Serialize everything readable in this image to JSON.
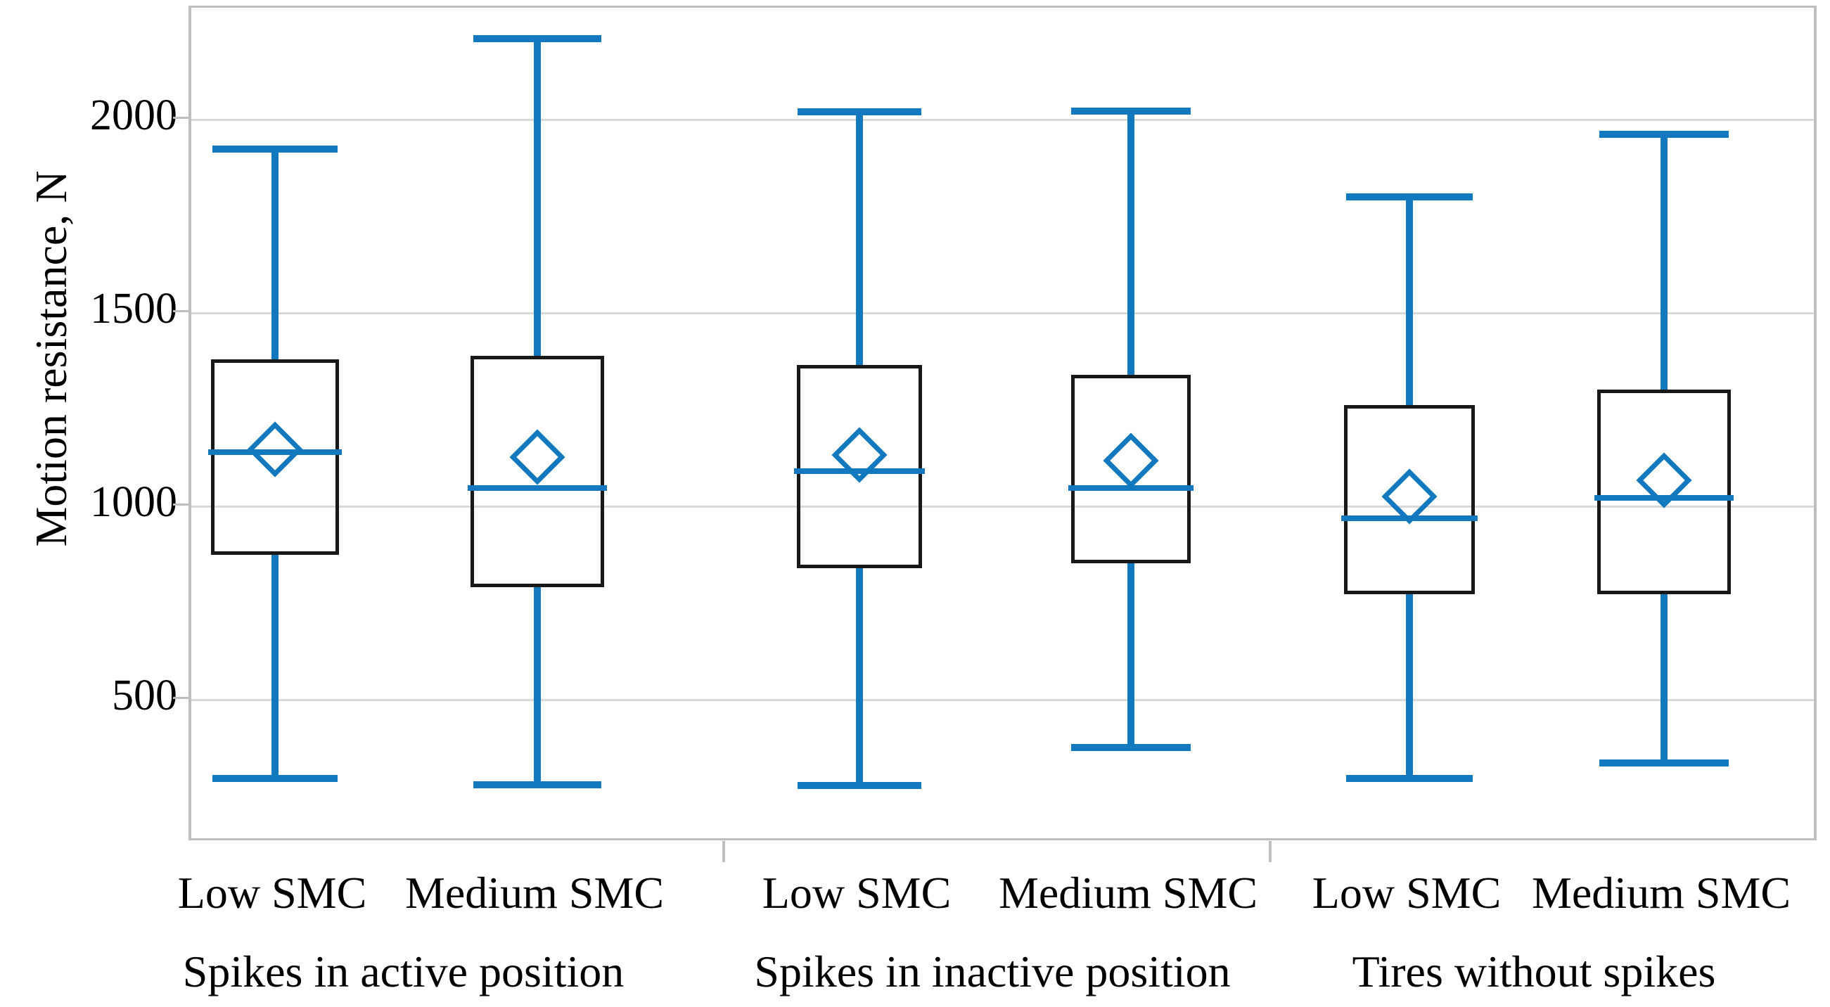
{
  "chart_data": {
    "type": "box",
    "title": "",
    "xlabel": "",
    "ylabel": "Motion resistance, N",
    "ylim": [
      130,
      2290
    ],
    "yticks": [
      500,
      1000,
      1500,
      2000
    ],
    "ytick_labels": [
      "500",
      "1000",
      "1500",
      "2000"
    ],
    "grid": true,
    "legend": "none",
    "accent_color": "#1379be",
    "box_color": "#181818",
    "gridline_color": "#d9d9d9",
    "axis_color": "#bfbfbf",
    "categories": [
      "Low SMC",
      "Medium SMC",
      "Low SMC",
      "Medium SMC",
      "Low SMC",
      "Medium SMC"
    ],
    "groups": [
      {
        "label": "Spikes in active position",
        "members": [
          0,
          1
        ]
      },
      {
        "label": "Spikes in inactive position",
        "members": [
          2,
          3
        ]
      },
      {
        "label": "Tires without spikes",
        "members": [
          4,
          5
        ]
      }
    ],
    "boxes": [
      {
        "category": "Low SMC",
        "group": "Spikes in active position",
        "whisker_low": 295,
        "q1": 875,
        "median": 1140,
        "mean": 1148,
        "q3": 1380,
        "whisker_high": 1925
      },
      {
        "category": "Medium SMC",
        "group": "Spikes in active position",
        "whisker_low": 280,
        "q1": 790,
        "median": 1048,
        "mean": 1128,
        "q3": 1390,
        "whisker_high": 2210
      },
      {
        "category": "Low SMC",
        "group": "Spikes in inactive position",
        "whisker_low": 278,
        "q1": 840,
        "median": 1090,
        "mean": 1133,
        "q3": 1365,
        "whisker_high": 2020
      },
      {
        "category": "Medium SMC",
        "group": "Spikes in inactive position",
        "whisker_low": 375,
        "q1": 852,
        "median": 1048,
        "mean": 1118,
        "q3": 1340,
        "whisker_high": 2022
      },
      {
        "category": "Low SMC",
        "group": "Tires without spikes",
        "whisker_low": 295,
        "q1": 772,
        "median": 968,
        "mean": 1025,
        "q3": 1262,
        "whisker_high": 1800
      },
      {
        "category": "Medium SMC",
        "group": "Tires without spikes",
        "whisker_low": 335,
        "q1": 772,
        "median": 1022,
        "mean": 1068,
        "q3": 1302,
        "whisker_high": 1962
      }
    ]
  }
}
